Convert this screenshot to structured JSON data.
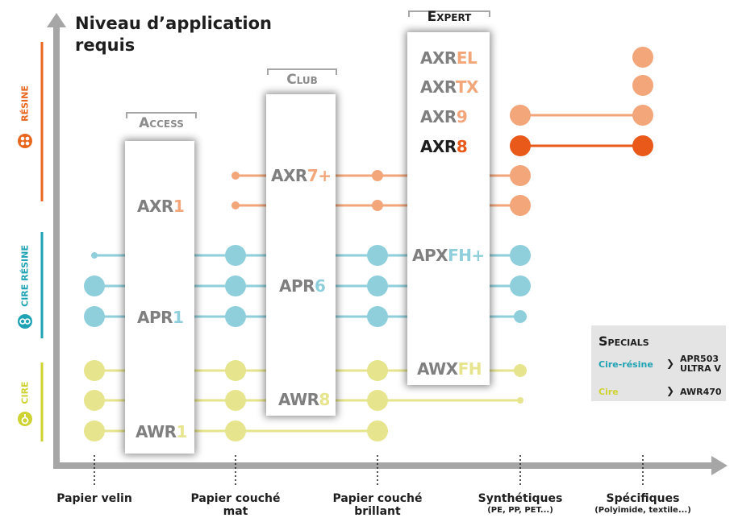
{
  "title": "Niveau d’application requis",
  "x_labels": [
    {
      "main": "Papier velin",
      "sub": ""
    },
    {
      "main": "Papier couché mat",
      "sub": ""
    },
    {
      "main": "Papier couché brillant",
      "sub": ""
    },
    {
      "main": "Synthétiques",
      "sub": "(PE, PP, PET...)"
    },
    {
      "main": "Spécifiques",
      "sub": "(Polyimide, textile...)"
    }
  ],
  "families": [
    {
      "label": "RÉSINE",
      "color": "#e8671e",
      "icon": "resine-icon"
    },
    {
      "label": "CIRE RÉSINE",
      "color": "#1fa3b4",
      "icon": "cire-resine-icon"
    },
    {
      "label": "CIRE",
      "color": "#cfd331",
      "icon": "cire-icon"
    }
  ],
  "tiers": [
    {
      "label": "Access",
      "products": [
        {
          "prefix": "AXR",
          "suffix": "1",
          "color": "#f2a67a"
        },
        {
          "prefix": "APR",
          "suffix": "1",
          "color": "#8fcfdc"
        },
        {
          "prefix": "AWR",
          "suffix": "1",
          "color": "#e6e48c"
        }
      ]
    },
    {
      "label": "Club",
      "products": [
        {
          "prefix": "AXR",
          "suffix": "7+",
          "color": "#f2a67a"
        },
        {
          "prefix": "APR",
          "suffix": "6",
          "color": "#8fcfdc"
        },
        {
          "prefix": "AWR",
          "suffix": "8",
          "color": "#e6e48c"
        }
      ]
    },
    {
      "label": "Expert",
      "products": [
        {
          "prefix": "AXR",
          "suffix": "EL",
          "color": "#f2a67a"
        },
        {
          "prefix": "AXR",
          "suffix": "TX",
          "color": "#f2a67a"
        },
        {
          "prefix": "AXR",
          "suffix": "9",
          "color": "#f2a67a"
        },
        {
          "prefix": "AXR",
          "suffix": "8",
          "color": "#e8591a"
        },
        {
          "prefix": "APX",
          "suffix": "FH+",
          "color": "#8fcfdc"
        },
        {
          "prefix": "AWX",
          "suffix": "FH",
          "color": "#e6e48c"
        }
      ]
    }
  ],
  "specials": {
    "title": "Specials",
    "rows": [
      {
        "label": "Cire-résine",
        "color": "#1fa3b4",
        "arrow": "❯",
        "value_lines": [
          "APR503",
          "ULTRA V"
        ]
      },
      {
        "label": "Cire",
        "color": "#cfd331",
        "arrow": "❯",
        "value_lines": [
          "AWR470"
        ]
      }
    ]
  },
  "colors": {
    "orange_light": "#f2a67a",
    "orange_dark": "#e8591a",
    "blue_light": "#8fcfdc",
    "yellow_light": "#e6e48c",
    "axis": "#a6a6a6"
  }
}
